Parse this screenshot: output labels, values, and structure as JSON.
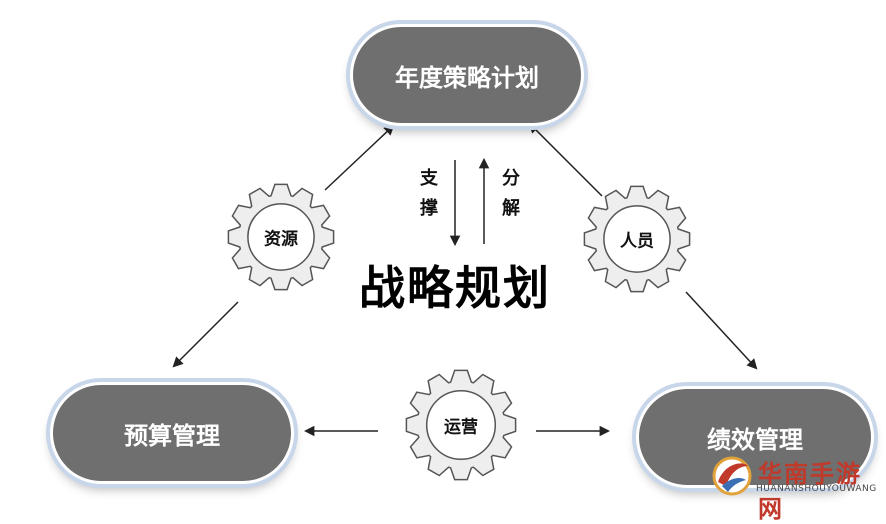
{
  "nodes": {
    "top": "年度策略计划",
    "left": "预算管理",
    "right": "绩效管理"
  },
  "gears": {
    "resources": "资源",
    "people": "人员",
    "operation": "运营"
  },
  "center_title": "战略规划",
  "support": [
    "支",
    "撑"
  ],
  "decompose": [
    "分",
    "解"
  ],
  "watermark": {
    "title": "华南手游网",
    "subtitle": "HUANANSHOUYOUWANG"
  },
  "colors": {
    "pill_fill": "#6f6f6f",
    "pill_ring": "#c8d6ea",
    "gear_fill": "#eeeeee",
    "gear_stroke": "#555555",
    "arrow": "#222222",
    "watermark_red": "#c0392b"
  }
}
